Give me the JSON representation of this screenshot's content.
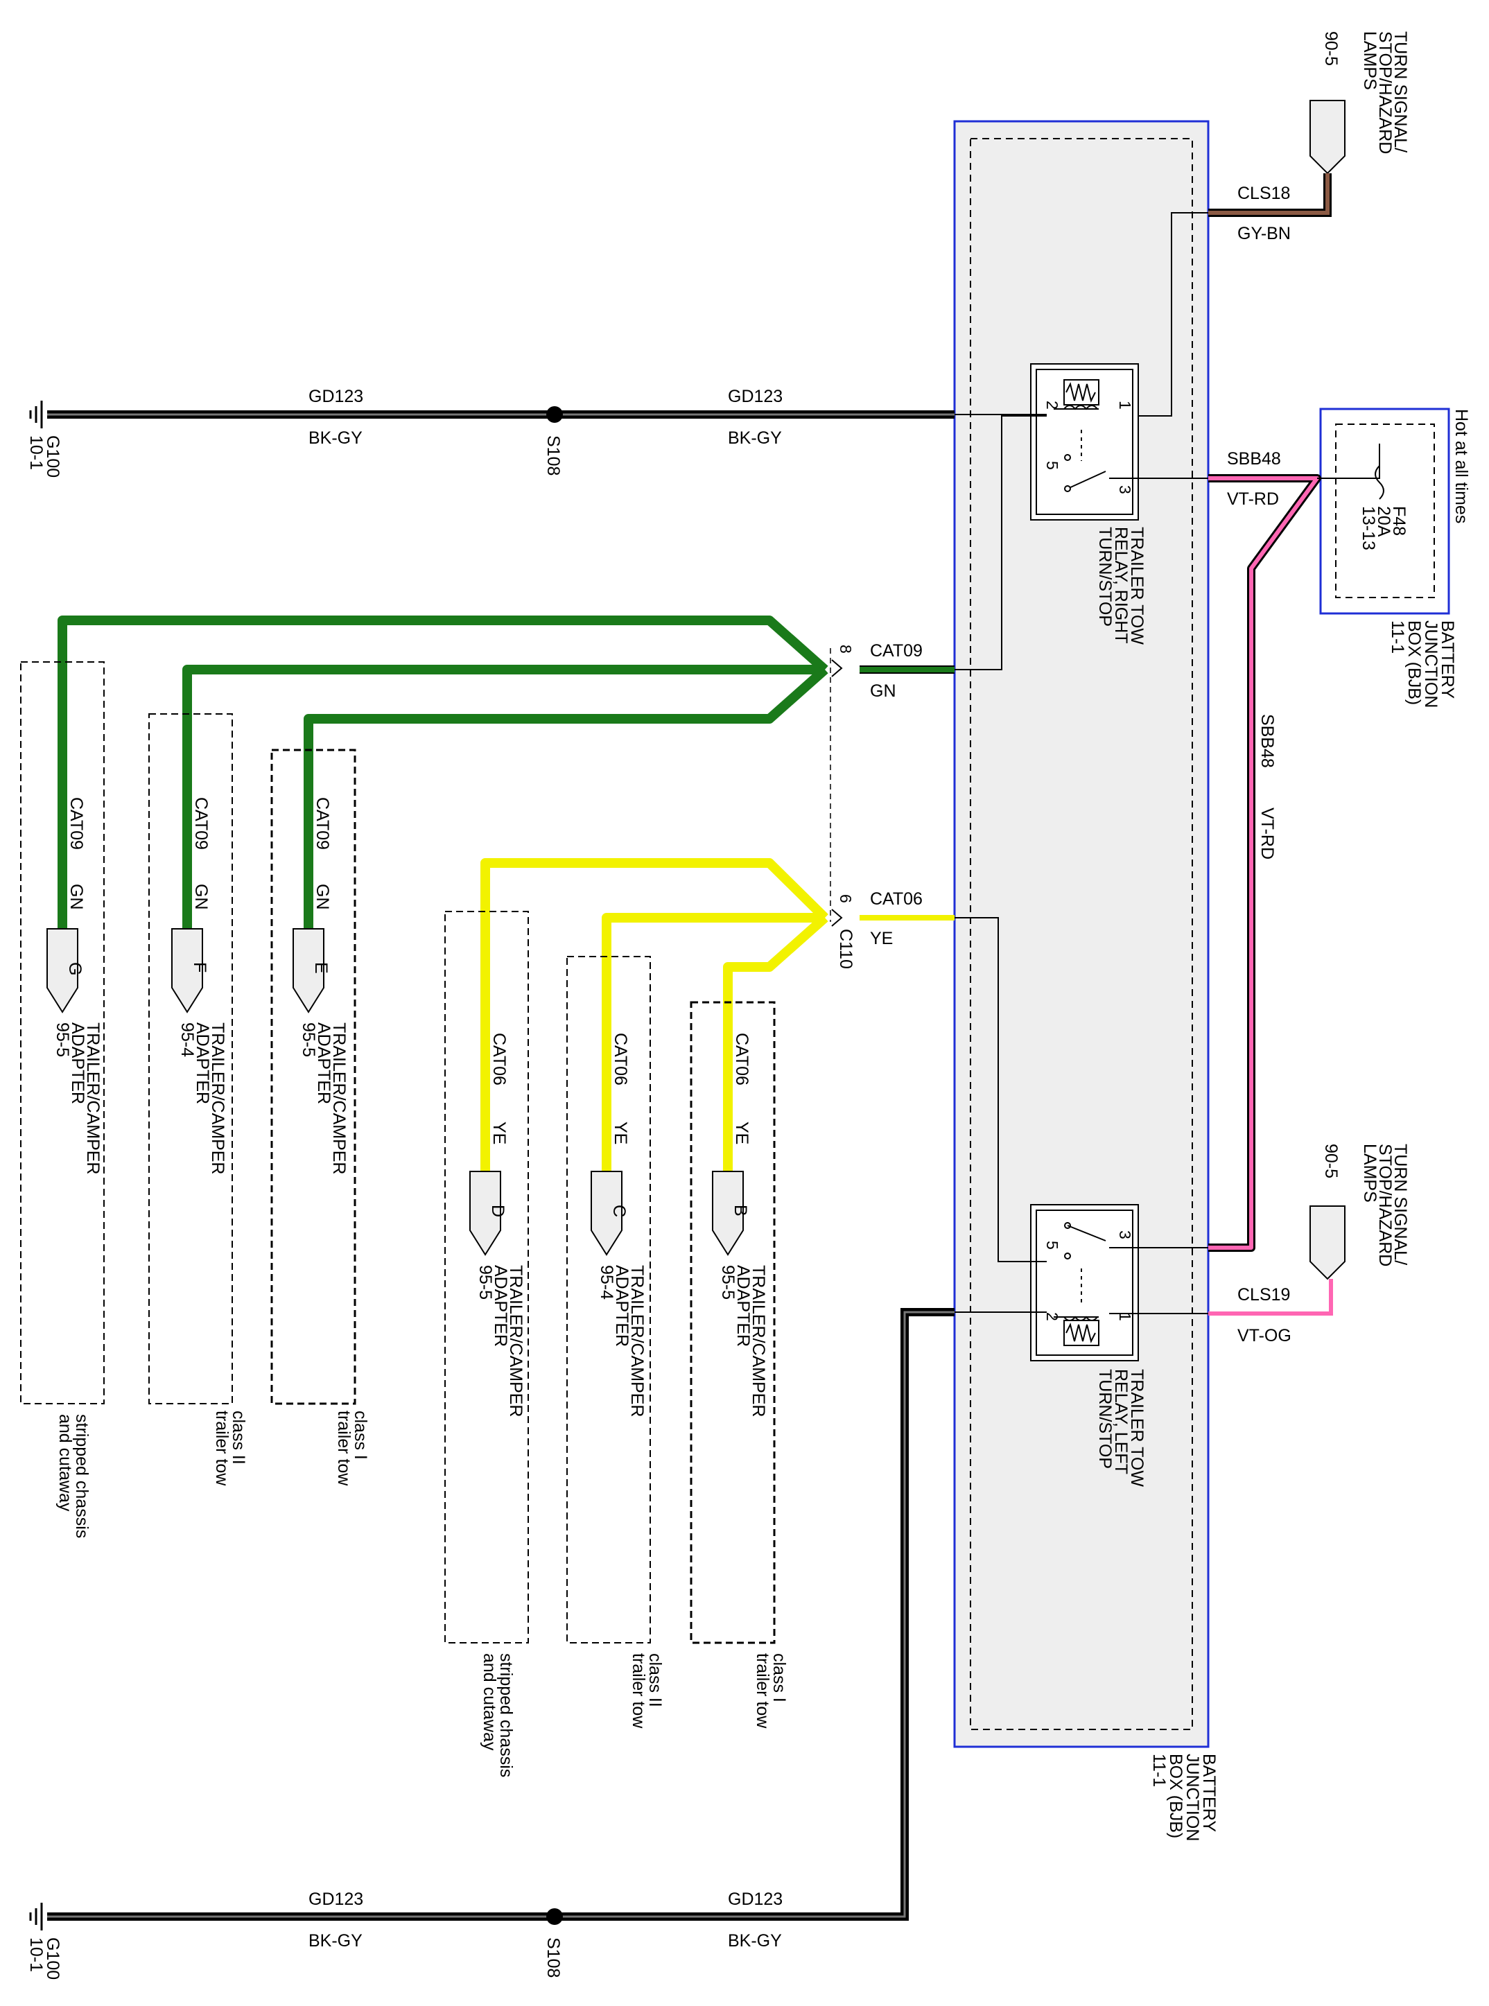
{
  "bjb_box": {
    "title_lines": [
      "BATTERY",
      "JUNCTION",
      "BOX (BJB)",
      "11-1"
    ]
  },
  "fuse_box": {
    "hot_label": "Hot at all times",
    "fuse_lines": [
      "F48",
      "20A",
      "13-13"
    ],
    "title_lines": [
      "BATTERY",
      "JUNCTION",
      "BOX (BJB)",
      "11-1"
    ]
  },
  "relay_right": {
    "title_lines": [
      "TRAILER TOW",
      "RELAY, RIGHT",
      "TURN/STOP"
    ],
    "pins": {
      "p1": "1",
      "p2": "2",
      "p3": "3",
      "p5": "5"
    }
  },
  "relay_left": {
    "title_lines": [
      "TRAILER TOW",
      "RELAY, LEFT",
      "TURN/STOP"
    ],
    "pins": {
      "p1": "1",
      "p2": "2",
      "p3": "3",
      "p5": "5"
    }
  },
  "lamp_top": {
    "title_lines": [
      "TURN SIGNAL/",
      "STOP/HAZARD",
      "LAMPS"
    ],
    "ref": "90-5"
  },
  "lamp_bottom": {
    "title_lines": [
      "TURN SIGNAL/",
      "STOP/HAZARD",
      "LAMPS"
    ],
    "ref": "90-5"
  },
  "wires": {
    "gd_top_left": {
      "circuit": "GD123",
      "color": "BK-GY"
    },
    "gd_top_right": {
      "circuit": "GD123",
      "color": "BK-GY"
    },
    "gd_bot_left": {
      "circuit": "GD123",
      "color": "BK-GY"
    },
    "gd_bot_right": {
      "circuit": "GD123",
      "color": "BK-GY"
    },
    "cls18": {
      "circuit": "CLS18",
      "color": "GY-BN"
    },
    "cls19": {
      "circuit": "CLS19",
      "color": "VT-OG"
    },
    "sbb48_h": {
      "circuit": "SBB48",
      "color": "VT-RD"
    },
    "sbb48_v": {
      "circuit": "SBB48",
      "color": "VT-RD"
    },
    "cat09": {
      "circuit": "CAT09",
      "color": "GN"
    },
    "cat06": {
      "circuit": "CAT06",
      "color": "YE"
    }
  },
  "ground_top": {
    "name": "G100",
    "ref": "10-1"
  },
  "ground_bottom": {
    "name": "G100",
    "ref": "10-1"
  },
  "splice_top": {
    "name": "S108"
  },
  "splice_bottom": {
    "name": "S108"
  },
  "connector": {
    "name": "C110",
    "pin_cat09": "8",
    "pin_cat06": "6"
  },
  "adapters": [
    {
      "id": "G",
      "circuit": "CAT09",
      "color": "GN",
      "title_lines": [
        "TRAILER/CAMPER",
        "ADAPTER",
        "95-5"
      ],
      "variant_lines": [
        "stripped chassis",
        "and cutaway"
      ]
    },
    {
      "id": "F",
      "circuit": "CAT09",
      "color": "GN",
      "title_lines": [
        "TRAILER/CAMPER",
        "ADAPTER",
        "95-4"
      ],
      "variant_lines": [
        "class II",
        "trailer tow"
      ]
    },
    {
      "id": "E",
      "circuit": "CAT09",
      "color": "GN",
      "title_lines": [
        "TRAILER/CAMPER",
        "ADAPTER",
        "95-5"
      ],
      "variant_lines": [
        "class I",
        "trailer tow"
      ]
    },
    {
      "id": "D",
      "circuit": "CAT06",
      "color": "YE",
      "title_lines": [
        "TRAILER/CAMPER",
        "ADAPTER",
        "95-5"
      ],
      "variant_lines": [
        "stripped chassis",
        "and cutaway"
      ]
    },
    {
      "id": "C",
      "circuit": "CAT06",
      "color": "YE",
      "title_lines": [
        "TRAILER/CAMPER",
        "ADAPTER",
        "95-4"
      ],
      "variant_lines": [
        "class II",
        "trailer tow"
      ]
    },
    {
      "id": "B",
      "circuit": "CAT06",
      "color": "YE",
      "title_lines": [
        "TRAILER/CAMPER",
        "ADAPTER",
        "95-5"
      ],
      "variant_lines": [
        "class I",
        "trailer tow"
      ]
    }
  ],
  "colors": {
    "black": "#000000",
    "green": "#1a7a1a",
    "yellow": "#f2f200",
    "pink": "#ff66b3",
    "brown": "#8b5a44",
    "box_blue": "#1f2fd6",
    "box_fill": "#eeeeee"
  }
}
